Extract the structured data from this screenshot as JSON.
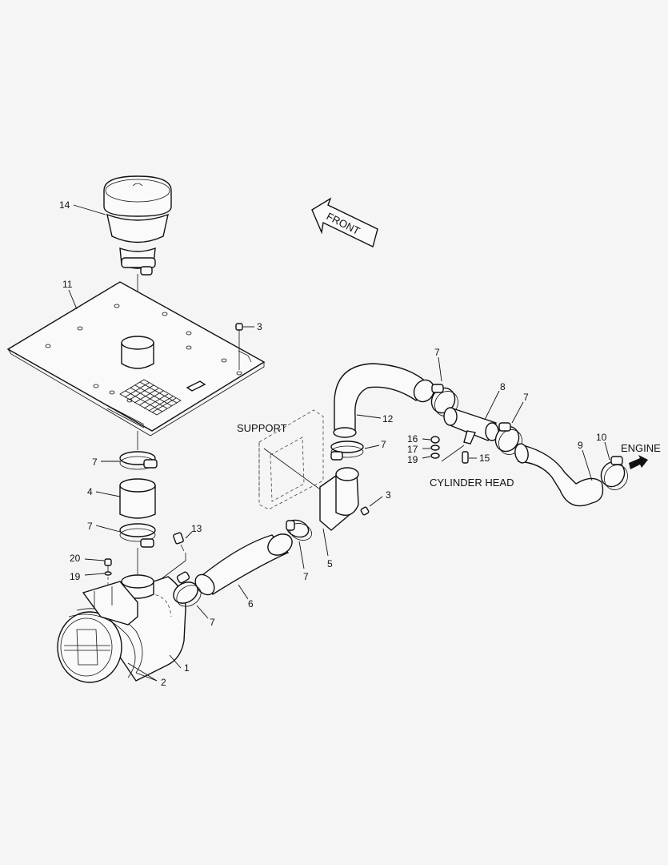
{
  "labels": {
    "front": "FRONT",
    "support": "SUPPORT",
    "cylinder_head": "CYLINDER HEAD",
    "engine": "ENGINE"
  },
  "callouts": {
    "p14": "14",
    "p11": "11",
    "p3a": "3",
    "p3b": "3",
    "p7a": "7",
    "p7b": "7",
    "p7c": "7",
    "p7d": "7",
    "p7e": "7",
    "p7f": "7",
    "p7g": "7",
    "p4": "4",
    "p13": "13",
    "p20": "20",
    "p19a": "19",
    "p19b": "19",
    "p2": "2",
    "p1": "1",
    "p6": "6",
    "p5": "5",
    "p12": "12",
    "p8": "8",
    "p9": "9",
    "p10": "10",
    "p16": "16",
    "p17": "17",
    "p15": "15"
  }
}
